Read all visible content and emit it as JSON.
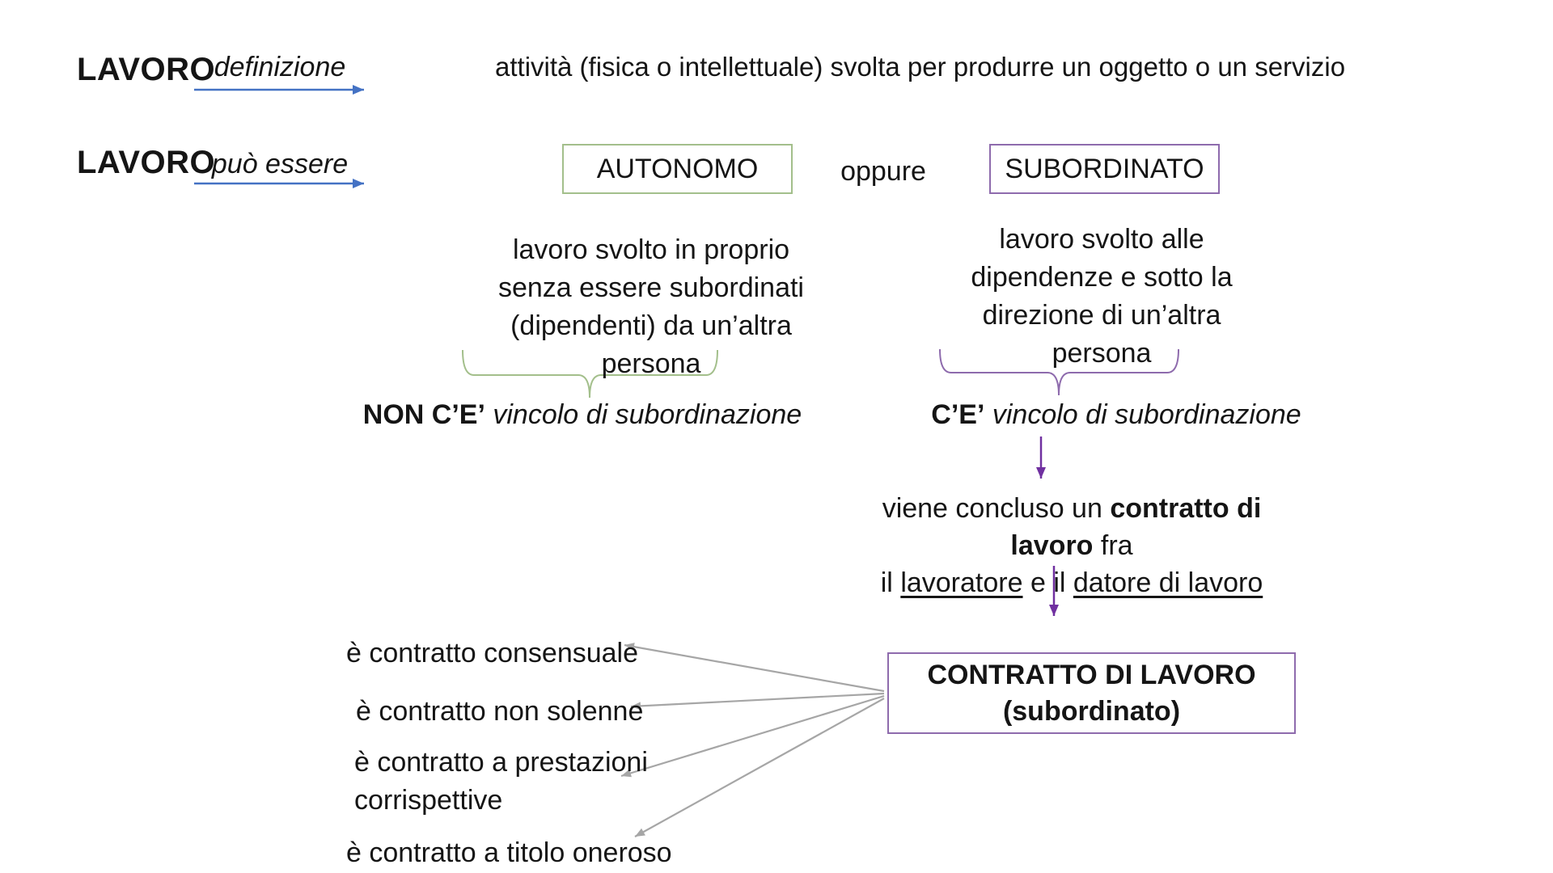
{
  "colors": {
    "blue_arrow": "#4472c4",
    "green_outline": "#a3bf8b",
    "purple_outline": "#8e6bad",
    "purple_arrow": "#7030a0",
    "gray_arrow": "#a6a6a6",
    "text": "#151515"
  },
  "row_definition": {
    "term": "LAVORO",
    "arrow_label": "definizione",
    "definition": "attività (fisica o intellettuale) svolta per produrre un oggetto o un servizio"
  },
  "row_types": {
    "term": "LAVORO",
    "arrow_label": "può essere",
    "option_left": "AUTONOMO",
    "connector": "oppure",
    "option_right": "SUBORDINATO"
  },
  "autonomo": {
    "description_lines": [
      "lavoro svolto in proprio",
      "senza essere subordinati",
      "(dipendenti) da un’altra",
      "persona"
    ],
    "conclusion_bold": "NON C’E’",
    "conclusion_italic": "vincolo di subordinazione"
  },
  "subordinato": {
    "description_lines": [
      "lavoro svolto alle",
      "dipendenze e sotto la",
      "direzione di un’altra",
      "persona"
    ],
    "conclusion_bold": "C’E’",
    "conclusion_italic": "vincolo di subordinazione"
  },
  "contract_intro": {
    "t1": "viene concluso un ",
    "bold": "contratto di lavoro",
    "t2": " fra",
    "t3": "il ",
    "u1": "lavoratore",
    "t4": " e il ",
    "u2": "datore di lavoro"
  },
  "contract_box": {
    "line1": "CONTRATTO DI LAVORO",
    "line2": "(subordinato)"
  },
  "contract_properties": [
    "è contratto consensuale",
    "è contratto non solenne",
    "è contratto a prestazioni corrispettive",
    "è contratto a titolo oneroso"
  ]
}
